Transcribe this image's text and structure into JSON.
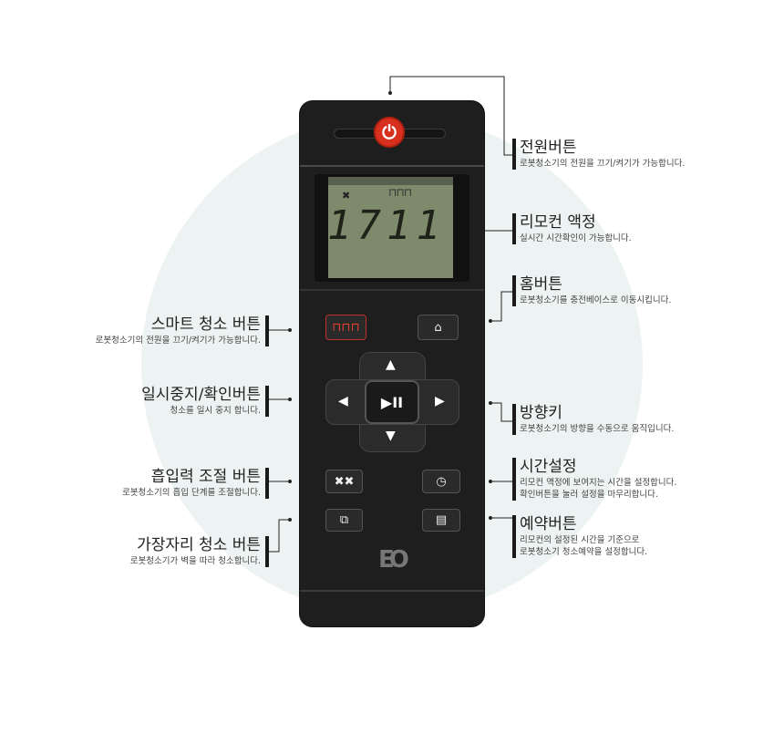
{
  "remote": {
    "lcd_digits": "1711",
    "lcd_icons": [
      "fan-icon",
      "smart-wave-icon"
    ],
    "logo": "EO",
    "power_color": "#d7301e",
    "center_button": "▶II"
  },
  "right_labels": [
    {
      "title": "전원버튼",
      "desc": [
        "로봇청소기의 전원을 끄기/켜기가 가능합니다."
      ]
    },
    {
      "title": "리모컨 액정",
      "desc": [
        "실시간 시간확인이 가능합니다."
      ]
    },
    {
      "title": "홈버튼",
      "desc": [
        "로봇청소기를 충전베이스로 이동시킵니다."
      ]
    },
    {
      "title": "방향키",
      "desc": [
        "로봇청소기의 방향을 수동으로 움직입니다."
      ]
    },
    {
      "title": "시간설정",
      "desc": [
        "리모컨 액정에 보여지는 시간을 설정합니다.",
        "확인버튼을 눌러 설정을 마무리합니다."
      ]
    },
    {
      "title": "예약버튼",
      "desc": [
        "리모컨의 설정된 시간을 기준으로",
        "로봇청소기 청소예약을 설정합니다."
      ]
    }
  ],
  "left_labels": [
    {
      "title": "스마트 청소 버튼",
      "desc": [
        "로봇청소기의 전원을 끄기/켜기가 가능합니다."
      ]
    },
    {
      "title": "일시중지/확인버튼",
      "desc": [
        "청소를 일시 중지 합니다."
      ]
    },
    {
      "title": "흡입력 조절 버튼",
      "desc": [
        "로봇청소기의 흡입 단계를 조절합니다."
      ]
    },
    {
      "title": "가장자리 청소 버튼",
      "desc": [
        "로봇청소기가 벽을 따라 청소합니다."
      ]
    }
  ]
}
